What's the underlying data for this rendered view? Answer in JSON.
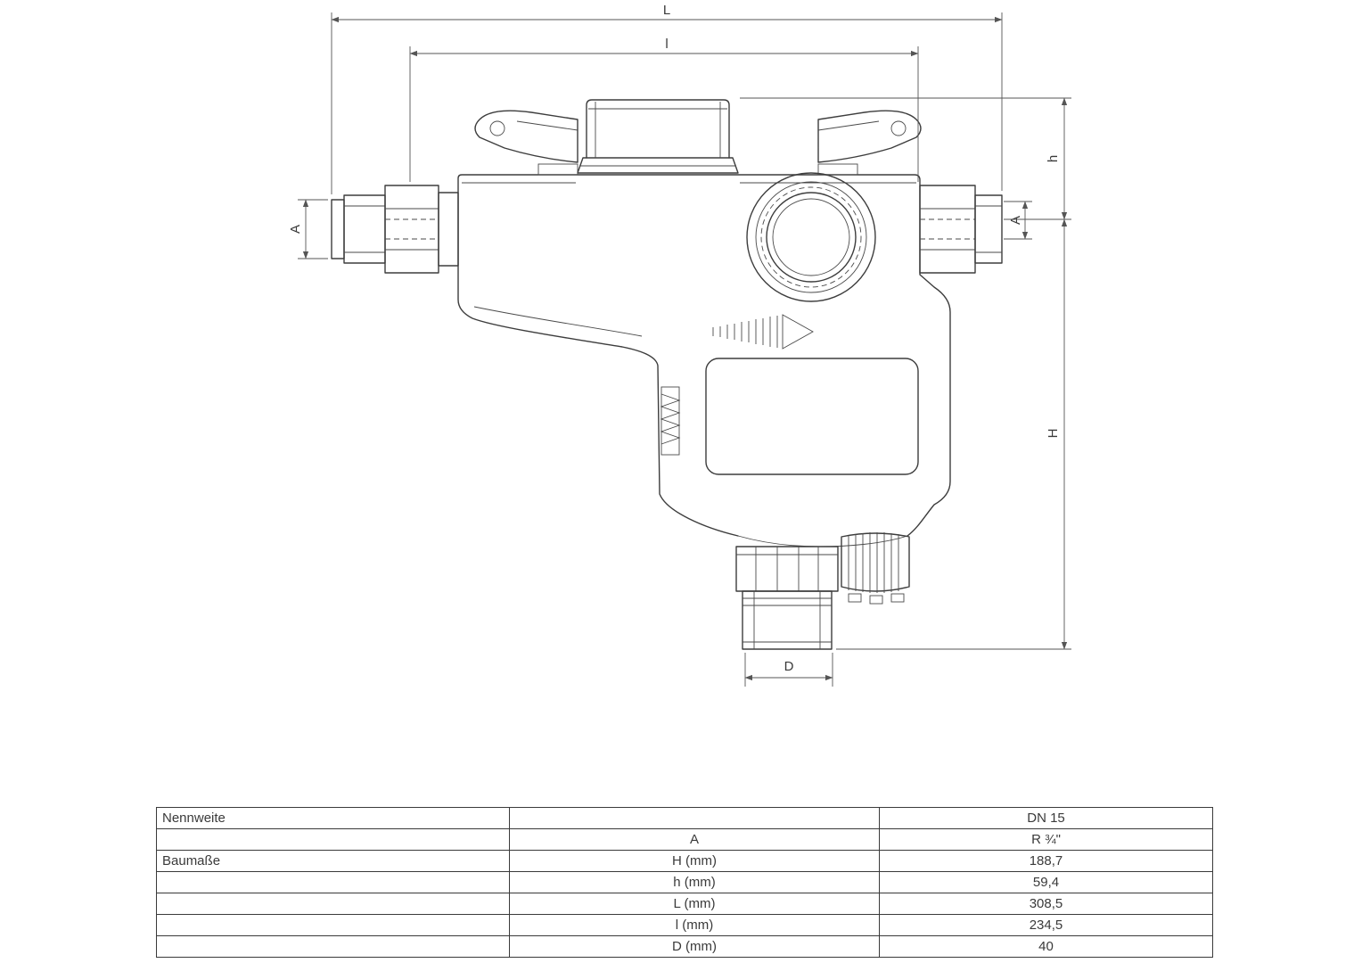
{
  "drawing": {
    "dim_labels": {
      "L": "L",
      "l": "l",
      "h": "h",
      "H": "H",
      "A_left": "A",
      "A_right": "A",
      "D": "D"
    }
  },
  "table": {
    "rows": [
      {
        "col1": "Nennweite",
        "col2": "",
        "col3": "DN 15"
      },
      {
        "col1": "",
        "col2": "A",
        "col3": "R ¾\""
      },
      {
        "col1": "Baumaße",
        "col2": "H (mm)",
        "col3": "188,7"
      },
      {
        "col1": "",
        "col2": "h (mm)",
        "col3": "59,4"
      },
      {
        "col1": "",
        "col2": "L (mm)",
        "col3": "308,5"
      },
      {
        "col1": "",
        "col2": "l (mm)",
        "col3": "234,5"
      },
      {
        "col1": "",
        "col2": "D (mm)",
        "col3": "40"
      }
    ]
  }
}
